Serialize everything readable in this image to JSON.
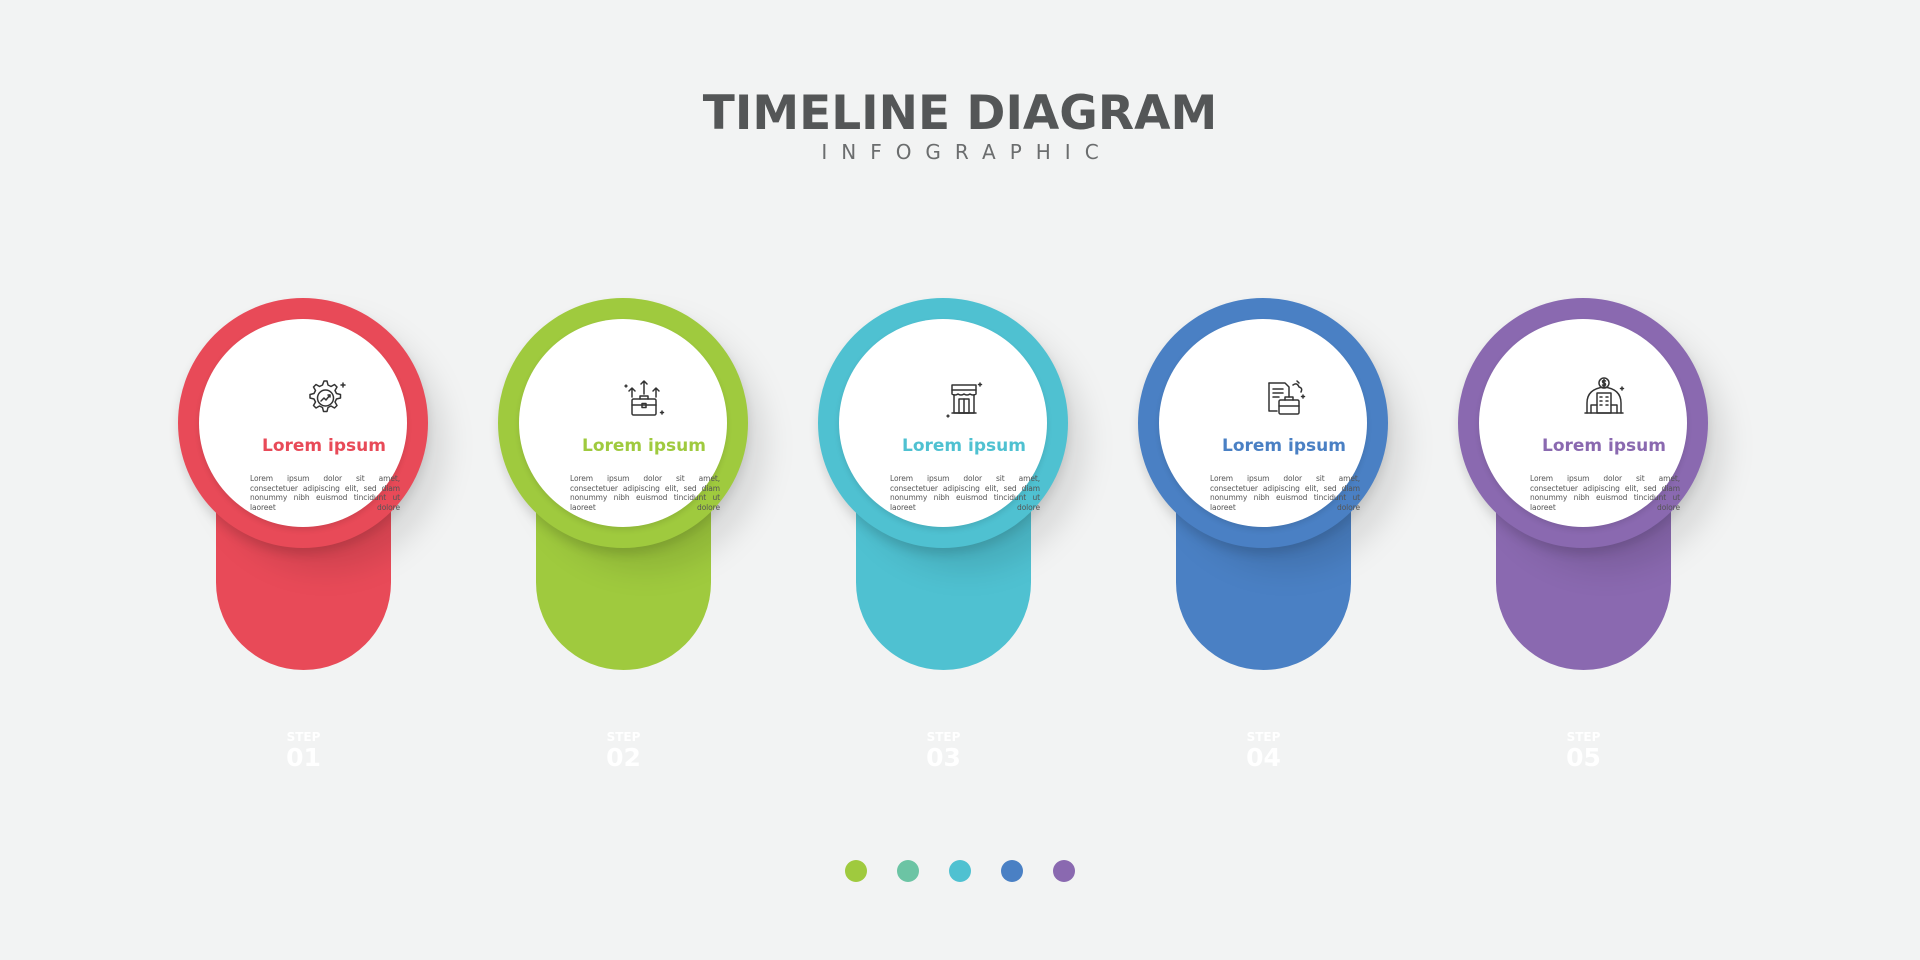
{
  "header": {
    "title": "TIMELINE DIAGRAM",
    "subtitle": "INFOGRAPHIC"
  },
  "steps": [
    {
      "heading": "Lorem ipsum",
      "body": "Lorem ipsum dolor sit amet, consectetuer adipiscing elit, sed diam nonummy nibh euismod tincidunt ut laoreet dolore",
      "step_label": "STEP",
      "step_number": "01",
      "icon": "gear-chart-icon",
      "color": "#e84a58"
    },
    {
      "heading": "Lorem ipsum",
      "body": "Lorem ipsum dolor sit amet, consectetuer adipiscing elit, sed diam nonummy nibh euismod tincidunt ut laoreet dolore",
      "step_label": "STEP",
      "step_number": "02",
      "icon": "briefcase-growth-icon",
      "color": "#9fca3e"
    },
    {
      "heading": "Lorem ipsum",
      "body": "Lorem ipsum dolor sit amet, consectetuer adipiscing elit, sed diam nonummy nibh euismod tincidunt ut laoreet dolore",
      "step_label": "STEP",
      "step_number": "03",
      "icon": "storefront-icon",
      "color": "#4fc1d1"
    },
    {
      "heading": "Lorem ipsum",
      "body": "Lorem ipsum dolor sit amet, consectetuer adipiscing elit, sed diam nonummy nibh euismod tincidunt ut laoreet dolore",
      "step_label": "STEP",
      "step_number": "04",
      "icon": "document-briefcase-icon",
      "color": "#4a80c4"
    },
    {
      "heading": "Lorem ipsum",
      "body": "Lorem ipsum dolor sit amet, consectetuer adipiscing elit, sed diam nonummy nibh euismod tincidunt ut laoreet dolore",
      "step_label": "STEP",
      "step_number": "05",
      "icon": "bank-building-icon",
      "color": "#8a69b0"
    }
  ],
  "dots": [
    {
      "color": "#9fca3e"
    },
    {
      "color": "#6cc4a4"
    },
    {
      "color": "#4fc1d1"
    },
    {
      "color": "#4a80c4"
    },
    {
      "color": "#8a69b0"
    }
  ]
}
